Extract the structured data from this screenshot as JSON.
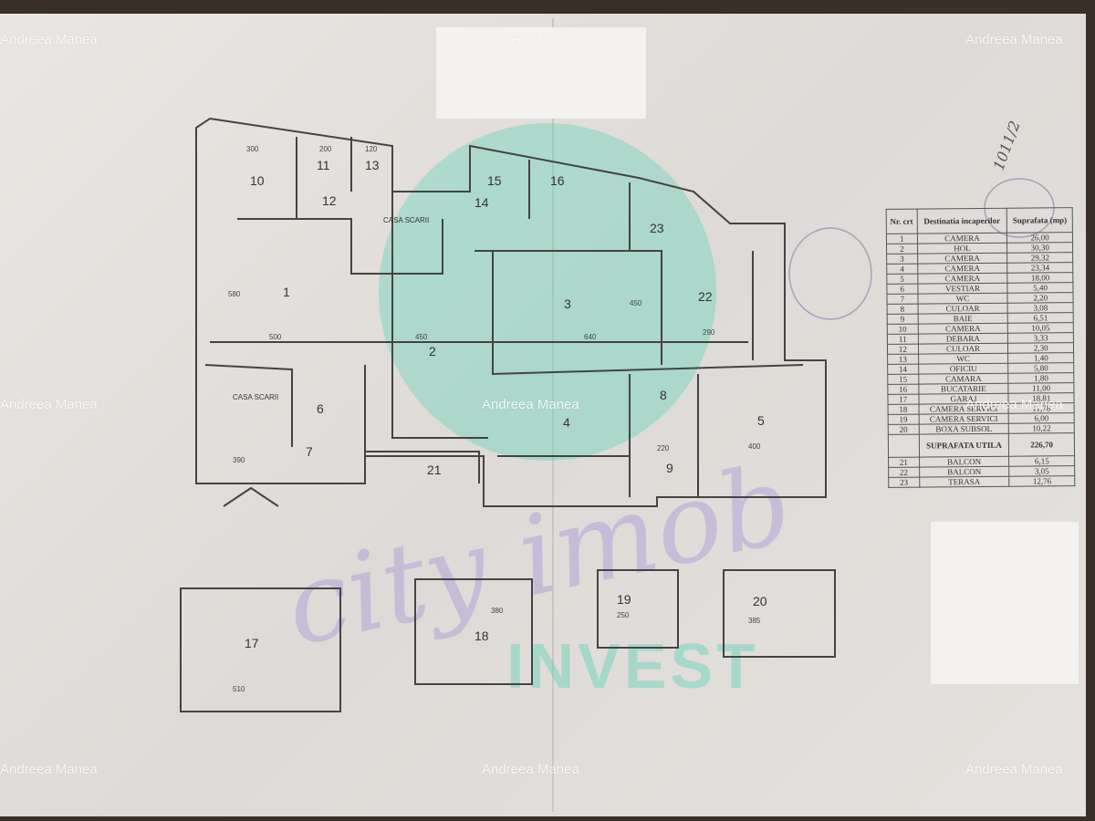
{
  "watermark": "Andreea Manea",
  "logo": {
    "line1": "city imob",
    "line2": "INVEST"
  },
  "handwritten_note": "1011/2",
  "colors": {
    "paper": "#e6e3e0",
    "ink": "#444444",
    "logo_teal": "#50d2b4",
    "logo_purple": "#aa96d7"
  },
  "plan": {
    "labels": [
      "1",
      "2",
      "3",
      "4",
      "5",
      "6",
      "7",
      "8",
      "9",
      "10",
      "11",
      "12",
      "13",
      "14",
      "15",
      "16",
      "17",
      "18",
      "19",
      "20",
      "21",
      "22",
      "23"
    ],
    "stair_label_1": "CASA SCARII",
    "stair_label_2": "CASA SCARII",
    "dimensions": [
      "300",
      "200",
      "120",
      "580",
      "500",
      "450",
      "640",
      "400",
      "390",
      "220",
      "510",
      "380",
      "250",
      "385",
      "450",
      "290"
    ]
  },
  "table": {
    "headers": [
      "Nr. crt",
      "Destinatia incaperilor",
      "Suprafata (mp)"
    ],
    "rows": [
      [
        "1",
        "CAMERA",
        "26,00"
      ],
      [
        "2",
        "HOL",
        "30,30"
      ],
      [
        "3",
        "CAMERA",
        "29,32"
      ],
      [
        "4",
        "CAMERA",
        "23,34"
      ],
      [
        "5",
        "CAMERA",
        "18,00"
      ],
      [
        "6",
        "VESTIAR",
        "5,40"
      ],
      [
        "7",
        "WC",
        "2,20"
      ],
      [
        "8",
        "CULOAR",
        "3,08"
      ],
      [
        "9",
        "BAIE",
        "6,51"
      ],
      [
        "10",
        "CAMERA",
        "10,05"
      ],
      [
        "11",
        "DEBARA",
        "3,33"
      ],
      [
        "12",
        "CULOAR",
        "2,30"
      ],
      [
        "13",
        "WC",
        "1,40"
      ],
      [
        "14",
        "OFICIU",
        "5,80"
      ],
      [
        "15",
        "CAMARA",
        "1,80"
      ],
      [
        "16",
        "BUCATARIE",
        "11,00"
      ],
      [
        "17",
        "GARAJ",
        "18,81"
      ],
      [
        "18",
        "CAMERA SERVICI",
        "11,78"
      ],
      [
        "19",
        "CAMERA SERVICI",
        "6,00"
      ],
      [
        "20",
        "BOXA SUBSOL",
        "10,22"
      ]
    ],
    "total": {
      "label": "SUPRAFATA UTILA",
      "value": "226,70"
    },
    "extra_rows": [
      [
        "21",
        "BALCON",
        "6,15"
      ],
      [
        "22",
        "BALCON",
        "3,05"
      ],
      [
        "23",
        "TERASA",
        "12,76"
      ]
    ]
  }
}
